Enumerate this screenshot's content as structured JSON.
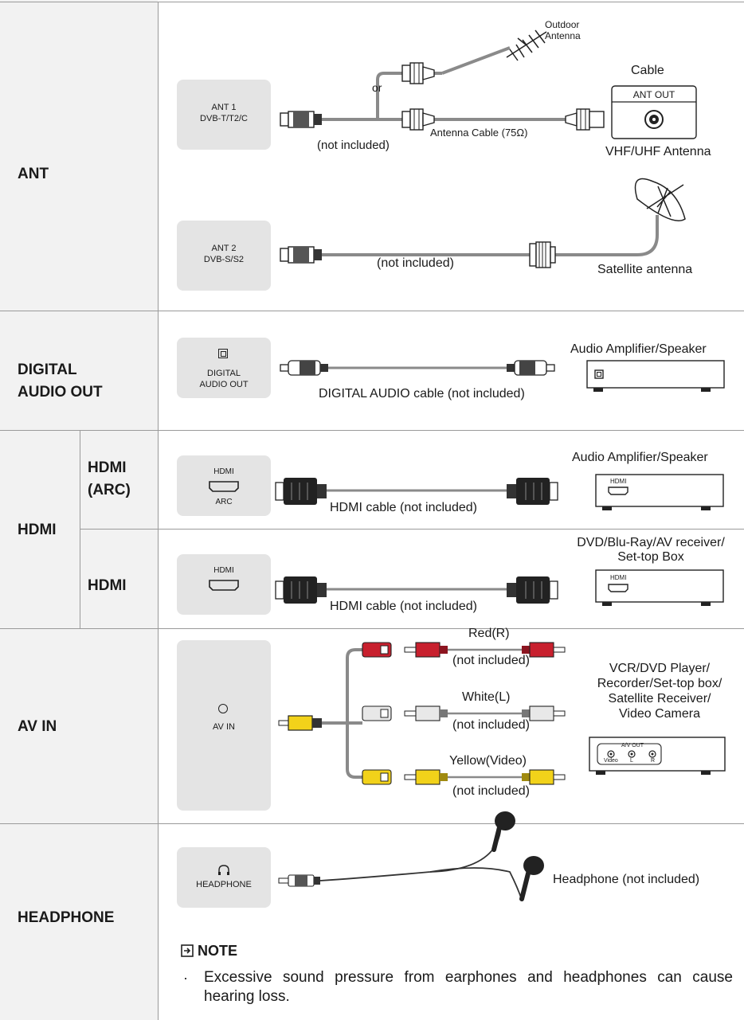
{
  "sections": {
    "ant": {
      "label": "ANT",
      "ant1": {
        "line1": "ANT 1",
        "line2": "DVB-T/T2/C"
      },
      "ant2": {
        "line1": "ANT 2",
        "line2": "DVB-S/S2"
      },
      "outdoor_antenna": "Outdoor\nAntenna",
      "or": "or",
      "cable": "Cable",
      "ant_out": "ANT OUT",
      "antenna_cable": "Antenna Cable (75Ω)",
      "not_included": "(not included)",
      "vhf_uhf": "VHF/UHF Antenna",
      "satellite_antenna": "Satellite antenna"
    },
    "digital_audio": {
      "label": "DIGITAL\nAUDIO OUT",
      "panel": "DIGITAL\nAUDIO OUT",
      "device": "Audio Amplifier/Speaker",
      "cable": "DIGITAL AUDIO cable (not included)"
    },
    "hdmi": {
      "label": "HDMI",
      "arc_label": "HDMI\n(ARC)",
      "plain_label": "HDMI",
      "arc_panel_top": "HDMI",
      "arc_panel_bottom": "ARC",
      "plain_panel_top": "HDMI",
      "arc_device": "Audio Amplifier/Speaker",
      "plain_device": "DVD/Blu-Ray/AV receiver/\nSet-top Box",
      "cable": "HDMI cable (not included)",
      "device_port": "HDMI"
    },
    "av_in": {
      "label": "AV IN",
      "panel": "AV IN",
      "red": "Red(R)",
      "white": "White(L)",
      "yellow": "Yellow(Video)",
      "not_included": "(not included)",
      "device": "VCR/DVD Player/\nRecorder/Set-top box/\nSatellite Receiver/\nVideo Camera",
      "av_out": "A/V OUT",
      "port_video": "Video",
      "port_l": "L",
      "port_r": "R"
    },
    "headphone": {
      "label": "HEADPHONE",
      "panel": "HEADPHONE",
      "device": "Headphone (not included)",
      "note_title": "NOTE",
      "note_bullet": "·",
      "note_text": "Excessive sound pressure from earphones and headphones can cause hearing loss."
    }
  },
  "colors": {
    "left_column": "#f2f2f2",
    "panel": "#e4e4e4",
    "cable": "#8a8a8a",
    "red": "#c8202e",
    "yellow": "#f2d21a",
    "white_plug": "#e8e8e8"
  }
}
